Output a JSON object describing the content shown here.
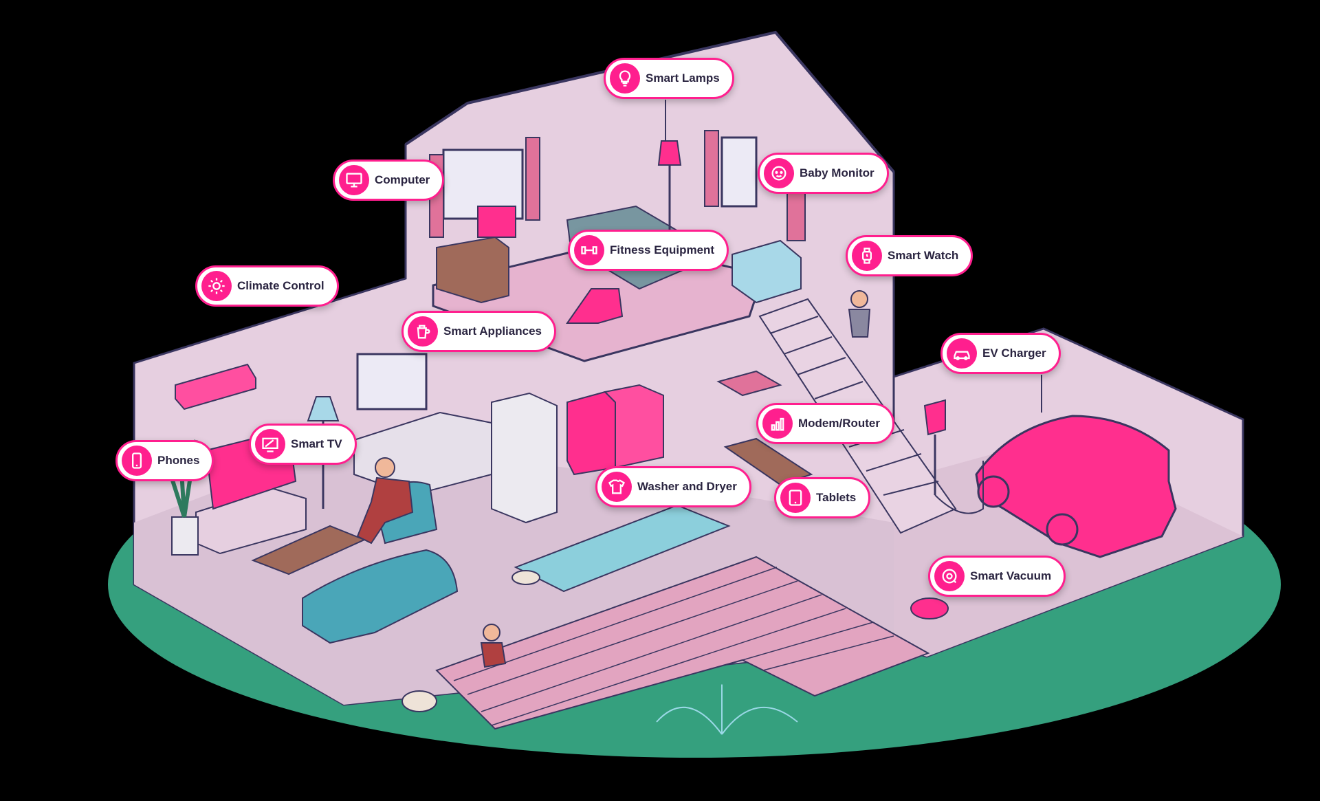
{
  "labels": {
    "smart_lamps": "Smart Lamps",
    "computer": "Computer",
    "baby_monitor": "Baby Monitor",
    "fitness_equipment": "Fitness Equipment",
    "smart_watch": "Smart Watch",
    "climate_control": "Climate Control",
    "smart_appliances": "Smart Appliances",
    "ev_charger": "EV Charger",
    "modem_router": "Modem/Router",
    "smart_tv": "Smart TV",
    "phones": "Phones",
    "washer_and_dryer": "Washer and Dryer",
    "tablets": "Tablets",
    "smart_vacuum": "Smart Vacuum"
  },
  "icons": {
    "smart_lamps": "light-bulb-icon",
    "computer": "monitor-icon",
    "baby_monitor": "baby-face-icon",
    "fitness_equipment": "dumbbell-icon",
    "smart_watch": "watch-icon",
    "climate_control": "sun-icon",
    "smart_appliances": "kettle-icon",
    "ev_charger": "car-icon",
    "modem_router": "signal-bars-icon",
    "smart_tv": "tv-icon",
    "phones": "phone-icon",
    "washer_and_dryer": "shirt-icon",
    "tablets": "tablet-icon",
    "smart_vacuum": "vacuum-icon"
  },
  "colors": {
    "accent": "#ff1f8e",
    "house_wall": "#e6cfe0",
    "house_floor": "#d9b4cd",
    "lawn": "#35a07e",
    "outline": "#3a3660",
    "background": "#000000"
  }
}
